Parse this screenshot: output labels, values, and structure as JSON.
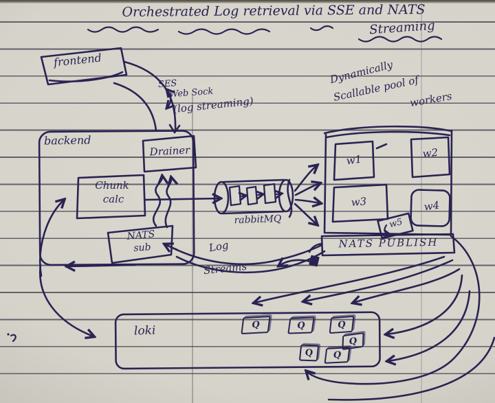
{
  "colors": {
    "ink": "#2a2352",
    "paper": "#d6d3ca",
    "ruled_line": "#34344a"
  },
  "title": {
    "line1": "Orchestrated Log retrieval via SSE and NATS",
    "line2": "Streaming"
  },
  "nodes": {
    "frontend": "frontend",
    "backend": "backend",
    "drainer": "Drainer",
    "chunk_calc": {
      "line1": "Chunk",
      "line2": "calc"
    },
    "nats_sub": {
      "line1": "NATS",
      "line2": "sub"
    },
    "rabbitmq": "rabbitMQ",
    "workers": [
      "w1",
      "w2",
      "w3",
      "w4",
      "w5"
    ],
    "nats_publish": "NATS PUBLISH",
    "loki": "loki",
    "queue_label": "Q"
  },
  "annotations": {
    "sse": {
      "line1": "SES",
      "line2": "Web Sock",
      "line3": "(log streaming)"
    },
    "worker_pool": {
      "line1": "Dynamically",
      "line2": "Scallable pool of",
      "line3": "workers"
    },
    "log_streams": {
      "line1": "Log",
      "line2": "Streams"
    }
  }
}
